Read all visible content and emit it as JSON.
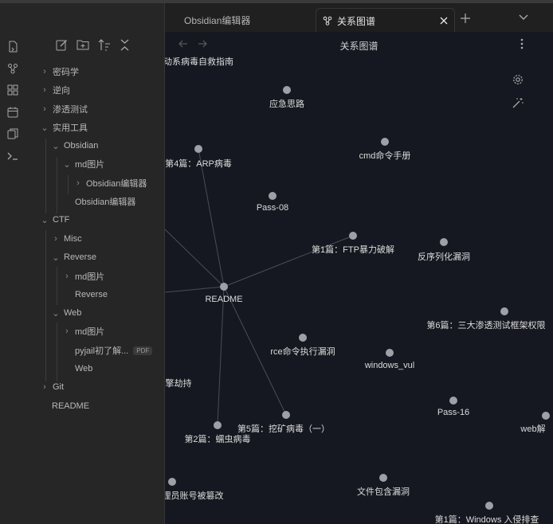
{
  "tabs": [
    {
      "label": "Obsidian编辑器"
    },
    {
      "label": "关系图谱"
    }
  ],
  "view": {
    "title": "关系图谱"
  },
  "tree": [
    {
      "label": "密码学"
    },
    {
      "label": "逆向"
    },
    {
      "label": "渗透测试"
    },
    {
      "label": "实用工具"
    },
    {
      "label": "Obsidian"
    },
    {
      "label": "md图片"
    },
    {
      "label": "Obsidian编辑器"
    },
    {
      "label": "Obsidian编辑器"
    },
    {
      "label": "CTF"
    },
    {
      "label": "Misc"
    },
    {
      "label": "Reverse"
    },
    {
      "label": "md图片"
    },
    {
      "label": "Reverse"
    },
    {
      "label": "Web"
    },
    {
      "label": "md图片"
    },
    {
      "label": "pyjail初了解..."
    },
    {
      "label": "Web"
    },
    {
      "label": "Git"
    },
    {
      "label": "README"
    }
  ],
  "pdf_badge": "PDF",
  "graph": {
    "nodes": [
      {
        "label": "动系病毒自救指南"
      },
      {
        "label": "应急思路"
      },
      {
        "label": "cmd命令手册"
      },
      {
        "label": "第4篇：ARP病毒"
      },
      {
        "label": "Pass-08"
      },
      {
        "label": "第1篇：FTP暴力破解"
      },
      {
        "label": "反序列化漏洞"
      },
      {
        "label": "README"
      },
      {
        "label": "第6篇：三大渗透测试框架权限"
      },
      {
        "label": "rce命令执行漏洞"
      },
      {
        "label": "windows_vul"
      },
      {
        "label": "擎劫持"
      },
      {
        "label": "Pass-16"
      },
      {
        "label": "第5篇：挖矿病毒（一）"
      },
      {
        "label": "第2篇：蠕虫病毒"
      },
      {
        "label": "web解"
      },
      {
        "label": "文件包含漏洞"
      },
      {
        "label": "理员账号被篡改"
      },
      {
        "label": "第1篇：Windows 入侵排查"
      }
    ]
  }
}
